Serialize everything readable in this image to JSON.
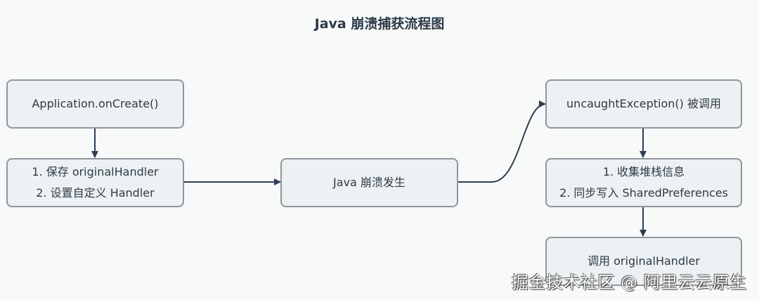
{
  "title": "Java 崩溃捕获流程图",
  "nodes": {
    "app_oncreate": {
      "lines": [
        "Application.onCreate()"
      ]
    },
    "setup_handler": {
      "lines": [
        "1. 保存 originalHandler",
        "2. 设置自定义 Handler"
      ]
    },
    "crash": {
      "lines": [
        "Java 崩溃发生"
      ]
    },
    "uncaught": {
      "lines": [
        "uncaughtException() 被调用"
      ]
    },
    "collect": {
      "lines": [
        "1. 收集堆栈信息",
        "2. 同步写入 SharedPreferences"
      ]
    },
    "call_original": {
      "lines": [
        "调用 originalHandler"
      ]
    }
  },
  "watermark": "掘金技术社区 @ 阿里云云原生",
  "colors": {
    "node_fill": "#edf1f3",
    "node_border": "#8e979e",
    "arrow": "#2d3e50",
    "background": "#f8f9f9"
  }
}
